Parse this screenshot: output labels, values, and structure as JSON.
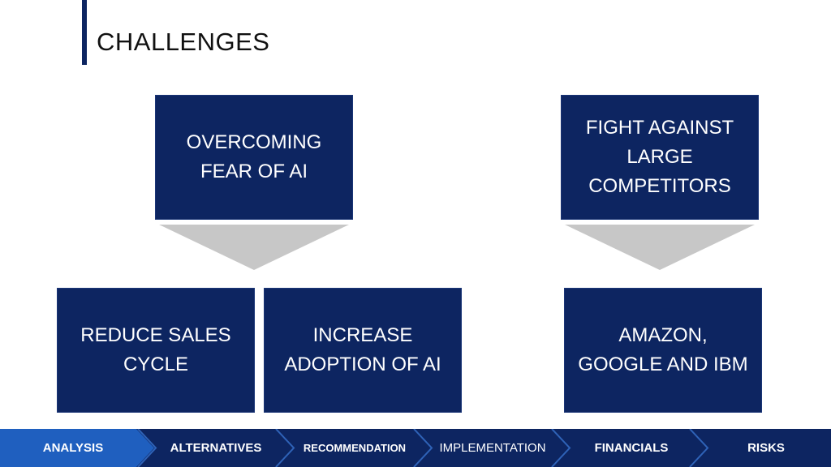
{
  "page": {
    "title": "CHALLENGES"
  },
  "diagram": {
    "top_boxes": [
      {
        "lines": [
          "OVERCOMING",
          "FEAR OF AI"
        ]
      },
      {
        "lines": [
          "FIGHT AGAINST",
          "LARGE",
          "COMPETITORS"
        ]
      }
    ],
    "bottom_boxes": [
      {
        "lines": [
          "REDUCE SALES",
          "CYCLE"
        ]
      },
      {
        "lines": [
          "INCREASE",
          "ADOPTION OF AI"
        ]
      },
      {
        "lines": [
          "AMAZON,",
          "GOOGLE AND IBM"
        ]
      }
    ]
  },
  "nav": {
    "items": [
      {
        "label": "ANALYSIS",
        "active": true
      },
      {
        "label": "ALTERNATIVES",
        "active": false
      },
      {
        "label": "RECOMMENDATION",
        "active": false
      },
      {
        "label": "IMPLEMENTATION",
        "active": false
      },
      {
        "label": "FINANCIALS",
        "active": false
      },
      {
        "label": "RISKS",
        "active": false
      }
    ],
    "colors": {
      "background": "#0d2561",
      "active": "#1f5fbf",
      "separator": "#2f63b8"
    }
  }
}
